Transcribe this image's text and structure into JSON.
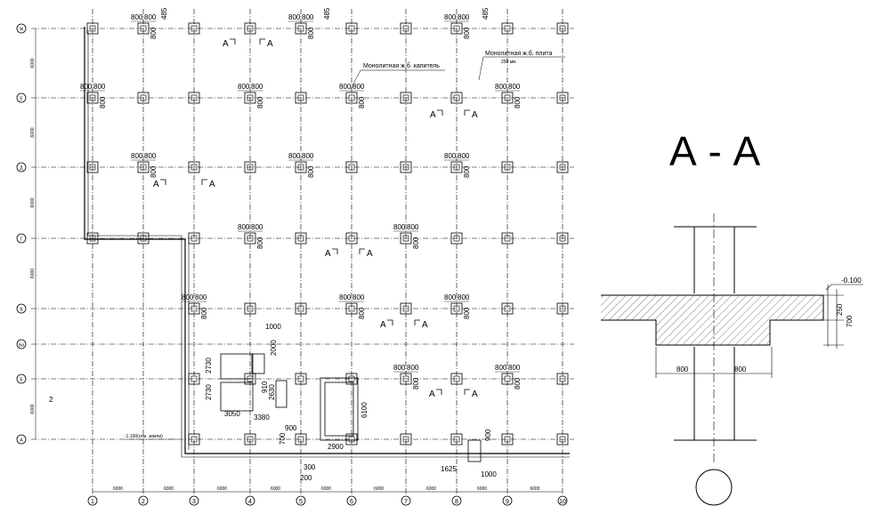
{
  "plan": {
    "axes_x": [
      "1",
      "2",
      "3",
      "4",
      "5",
      "6",
      "7",
      "8",
      "9",
      "10"
    ],
    "axes_y": [
      "Ж",
      "Е",
      "Д",
      "Г",
      "В",
      "Бв",
      "Б",
      "А"
    ],
    "labels": {
      "capital": "Монолитная ж.б. капитель",
      "slab": "Монолитная ж.б. плита",
      "slab_thk": "250 мм",
      "section_a_left": "А",
      "section_a_right": "А",
      "level_left": "-1.100(отм. земли)"
    },
    "dims": {
      "d485": "485",
      "d800": "800",
      "d1000": "1000",
      "d2000": "2000",
      "d2730": "2730",
      "d3050": "3050",
      "d3380": "3380",
      "d900": "900",
      "d910": "910",
      "d2630": "2630",
      "d6100": "6100",
      "d2900": "2900",
      "d700": "700",
      "d300": "300",
      "d200": "200",
      "d1625": "1625",
      "d6000": "6000",
      "d2": "2"
    }
  },
  "section": {
    "title": "А - А",
    "level": "-0.100",
    "dim_250": "250",
    "dim_700": "700",
    "dim_800_left": "800",
    "dim_800_right": "800"
  }
}
